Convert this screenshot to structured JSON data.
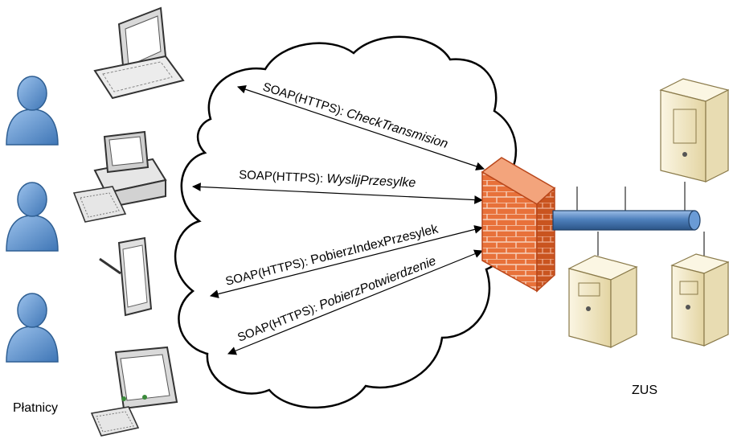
{
  "labels": {
    "payers": "Płatnicy",
    "zus": "ZUS"
  },
  "messages": [
    {
      "protocol": "SOAP(HTTPS): ",
      "operation": "CheckTransmision"
    },
    {
      "protocol": "SOAP(HTTPS): ",
      "operation": "WyslijPrzesylke"
    },
    {
      "protocol": "SOAP(HTTPS): ",
      "operation": "PobierzIndexPrzesylek"
    },
    {
      "protocol": "SOAP(HTTPS): ",
      "operation": "PobierzPotwierdzenie"
    }
  ],
  "colors": {
    "user": "#5b8fc9",
    "user_dark": "#2f5f93",
    "firewall": "#e8713a",
    "firewall_dark": "#b9471b",
    "pipe": "#4f81bd",
    "server": "#f1e7c4",
    "server_dark": "#cdbb86"
  }
}
